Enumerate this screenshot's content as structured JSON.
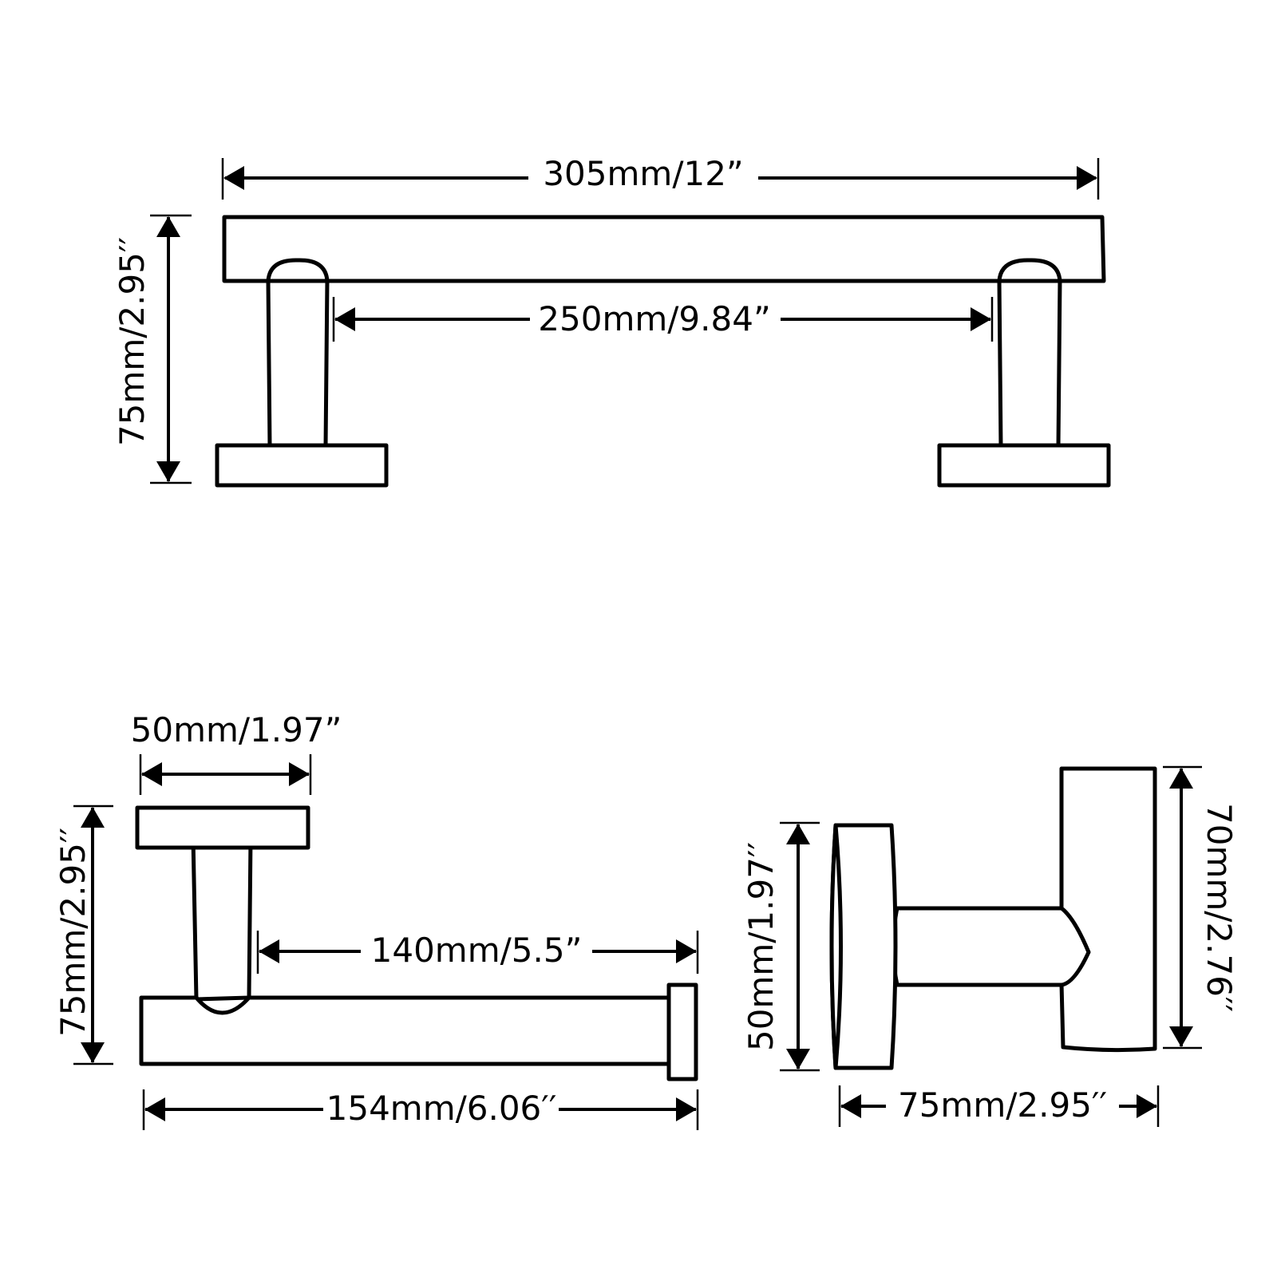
{
  "towel_bar": {
    "overall_length": "305mm/12”",
    "post_spacing": "250mm/9.84”",
    "height": "75mm/2.95′′"
  },
  "paper_holder": {
    "base_width": "50mm/1.97”",
    "height": "75mm/2.95′′",
    "arm_length": "140mm/5.5”",
    "overall_length": "154mm/6.06′′"
  },
  "robe_hook": {
    "base_diameter": "50mm/1.97′′",
    "hook_height": "70mm/2.76′′",
    "depth": "75mm/2.95′′"
  },
  "colors": {
    "line": "#000000",
    "background": "#ffffff"
  }
}
